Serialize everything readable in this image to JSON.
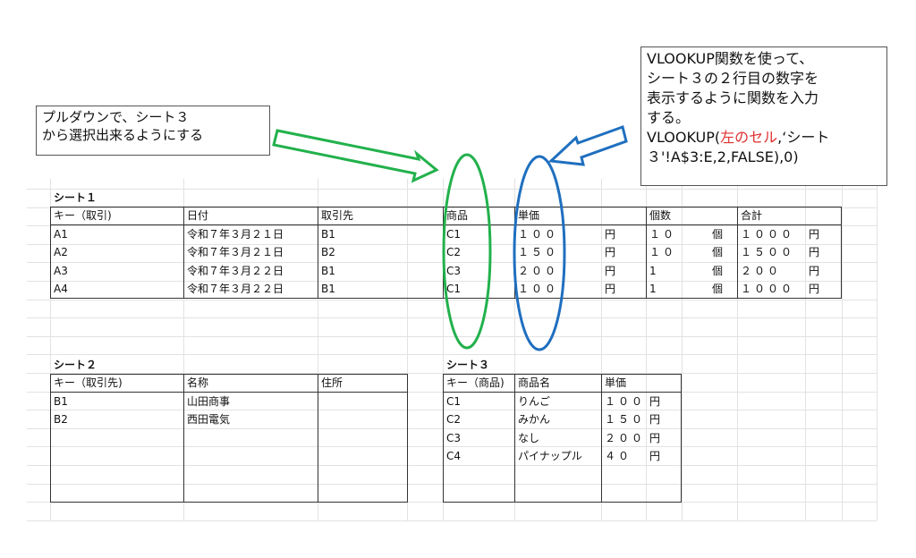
{
  "callout_left": {
    "line1": "プルダウンで、シート３",
    "line2": "から選択出来るようにする"
  },
  "callout_right": {
    "line1": "VLOOKUP関数を使って、",
    "line2": "シート３の２行目の数字を",
    "line3": "表示するように関数を入力",
    "line4": "する。",
    "formula_prefix": "VLOOKUP(",
    "formula_red": "左のセル",
    "formula_suffix1": ",‘シート",
    "formula_line2": "３'!A$3:E,2,FALSE),0)"
  },
  "colors": {
    "green": "#22b14c",
    "blue": "#1f6fbf",
    "red": "#e03030"
  },
  "sheet1": {
    "title": "シート１",
    "headers": [
      "キー（取引)",
      "日付",
      "取引先",
      "商品",
      "単価",
      "個数",
      "合計"
    ],
    "rows": [
      {
        "key": "A1",
        "date": "令和７年３月２１日",
        "client": "B1",
        "product": "C1",
        "price": "１００",
        "yen1": "円",
        "qty": "１０",
        "unit": "個",
        "total": "１０００",
        "yen2": "円"
      },
      {
        "key": "A2",
        "date": "令和７年３月２１日",
        "client": "B2",
        "product": "C2",
        "price": "１５０",
        "yen1": "円",
        "qty": "１０",
        "unit": "個",
        "total": "１５００",
        "yen2": "円"
      },
      {
        "key": "A3",
        "date": "令和７年３月２２日",
        "client": "B1",
        "product": "C3",
        "price": "２００",
        "yen1": "円",
        "qty": "1",
        "unit": "個",
        "total": "２００",
        "yen2": "円"
      },
      {
        "key": "A4",
        "date": "令和７年３月２２日",
        "client": "B1",
        "product": "C1",
        "price": "１００",
        "yen1": "円",
        "qty": "1",
        "unit": "個",
        "total": "１０００",
        "yen2": "円"
      }
    ]
  },
  "sheet2": {
    "title": "シート２",
    "headers": [
      "キー（取引先)",
      "名称",
      "住所"
    ],
    "rows": [
      {
        "key": "B1",
        "name": "山田商事"
      },
      {
        "key": "B2",
        "name": "西田電気"
      }
    ]
  },
  "sheet3": {
    "title": "シート３",
    "headers": [
      "キー（商品)",
      "商品名",
      "単価"
    ],
    "rows": [
      {
        "key": "C1",
        "name": "りんご",
        "price": "１００",
        "yen": "円"
      },
      {
        "key": "C2",
        "name": "みかん",
        "price": "１５０",
        "yen": "円"
      },
      {
        "key": "C3",
        "name": "なし",
        "price": "２００",
        "yen": "円"
      },
      {
        "key": "C4",
        "name": "パイナップル",
        "price": "４０",
        "yen": "円"
      }
    ]
  }
}
